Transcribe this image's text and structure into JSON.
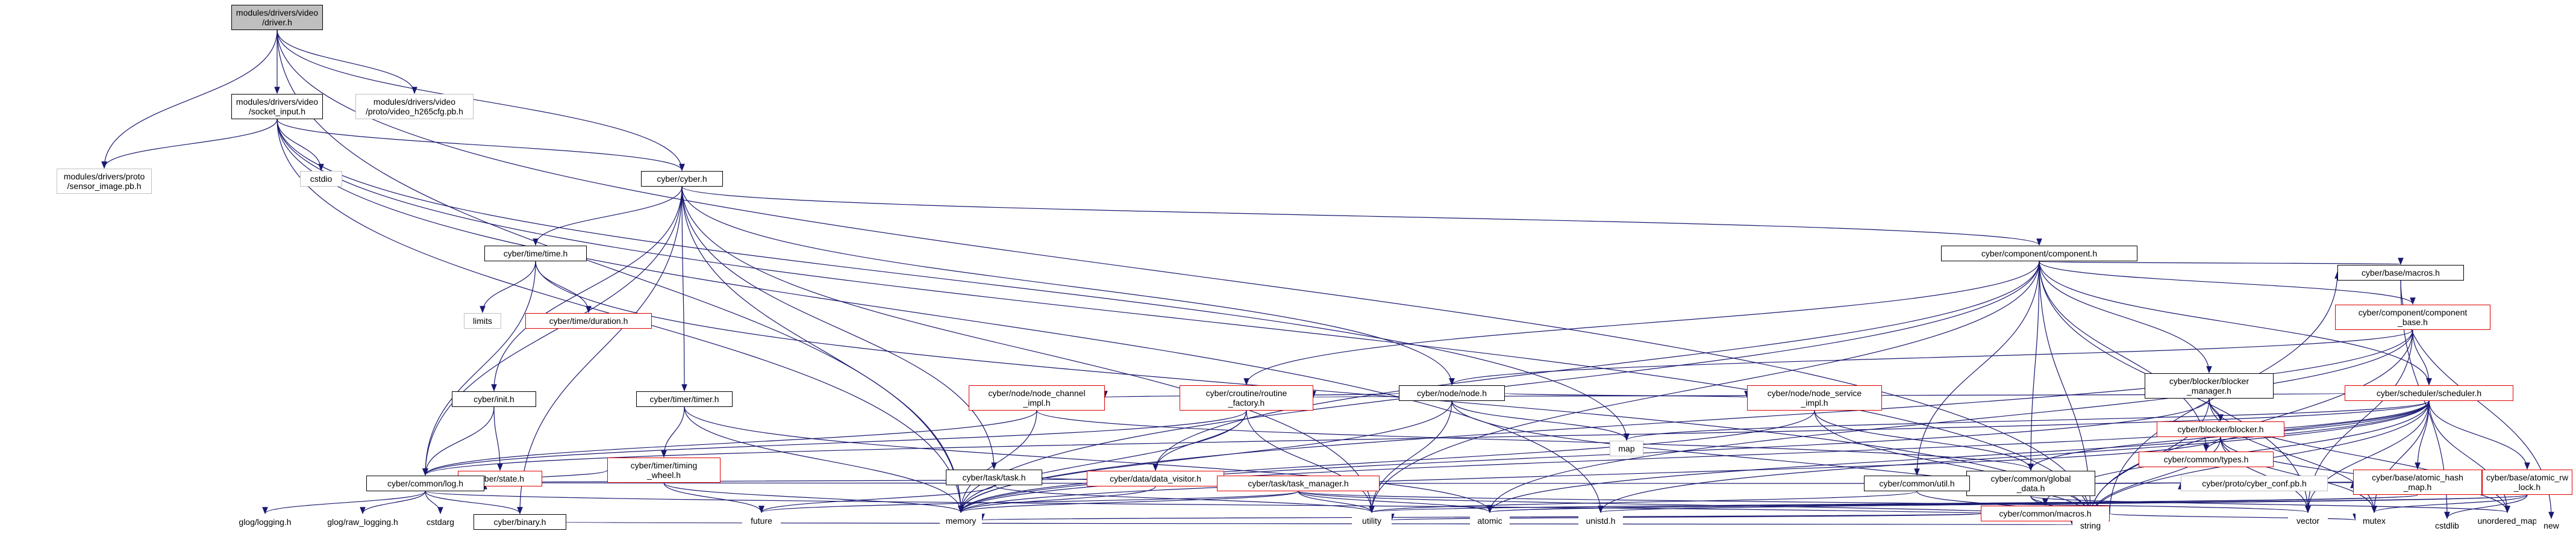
{
  "nodes": {
    "driver_h": [
      "modules/drivers/video",
      "/driver.h"
    ],
    "socket_input_h": [
      "modules/drivers/video",
      "/socket_input.h"
    ],
    "video_h265cfg_pb_h": [
      "modules/drivers/video",
      "/proto/video_h265cfg.pb.h"
    ],
    "sensor_image_pb_h": [
      "modules/drivers/proto",
      "/sensor_image.pb.h"
    ],
    "cstdio": [
      "cstdio"
    ],
    "cyber_h": [
      "cyber/cyber.h"
    ],
    "time_h": [
      "cyber/time/time.h"
    ],
    "limits": [
      "limits"
    ],
    "duration_h": [
      "cyber/time/duration.h"
    ],
    "component_h": [
      "cyber/component/component.h"
    ],
    "component_base_h": [
      "cyber/component/component",
      "_base.h"
    ],
    "node_h": [
      "cyber/node/node.h"
    ],
    "scheduler_h": [
      "cyber/scheduler/scheduler.h"
    ],
    "map": [
      "map"
    ],
    "types_h": [
      "cyber/common/types.h"
    ],
    "init_h": [
      "cyber/init.h"
    ],
    "state_h": [
      "cyber/state.h"
    ],
    "timer_h": [
      "cyber/timer/timer.h"
    ],
    "timing_wheel_h": [
      "cyber/timer/timing",
      "_wheel.h"
    ],
    "node_channel_impl_h": [
      "cyber/node/node_channel",
      "_impl.h"
    ],
    "routine_factory_h": [
      "cyber/croutine/routine",
      "_factory.h"
    ],
    "node_service_impl_h": [
      "cyber/node/node_service",
      "_impl.h"
    ],
    "data_visitor_h": [
      "cyber/data/data_visitor.h"
    ],
    "global_data_h": [
      "cyber/common/global",
      "_data.h"
    ],
    "task_h": [
      "cyber/task/task.h"
    ],
    "log_h": [
      "cyber/common/log.h"
    ],
    "task_manager_h": [
      "cyber/task/task_manager.h"
    ],
    "util_h": [
      "cyber/common/util.h"
    ],
    "macros_h": [
      "cyber/common/macros.h"
    ],
    "cyber_conf_pb_h": [
      "cyber/proto/cyber_conf.pb.h"
    ],
    "atomic_hash_map_h": [
      "cyber/base/atomic_hash",
      "_map.h"
    ],
    "atomic_rw_lock_h": [
      "cyber/base/atomic_rw",
      "_lock.h"
    ],
    "blocker_manager_h": [
      "cyber/blocker/blocker",
      "_manager.h"
    ],
    "blocker_h": [
      "cyber/blocker/blocker.h"
    ],
    "base_macros_h": [
      "cyber/base/macros.h"
    ],
    "glog_logging_h": [
      "glog/logging.h"
    ],
    "glog_raw_logging_h": [
      "glog/raw_logging.h"
    ],
    "cstdarg": [
      "cstdarg"
    ],
    "binary_h": [
      "cyber/binary.h"
    ],
    "future": [
      "future"
    ],
    "memory": [
      "memory"
    ],
    "utility": [
      "utility"
    ],
    "atomic": [
      "atomic"
    ],
    "unistd_h": [
      "unistd.h"
    ],
    "vector": [
      "vector"
    ],
    "mutex": [
      "mutex"
    ],
    "unordered_map": [
      "unordered_map"
    ],
    "string": [
      "string"
    ],
    "cstdlib": [
      "cstdlib"
    ],
    "new": [
      "new"
    ]
  },
  "colors": {
    "edge_default": "#191970",
    "edge_black": "#000000",
    "border_red": "#e00000",
    "border_grey": "#c0c0c0",
    "root_fill": "#bfbfbf"
  }
}
